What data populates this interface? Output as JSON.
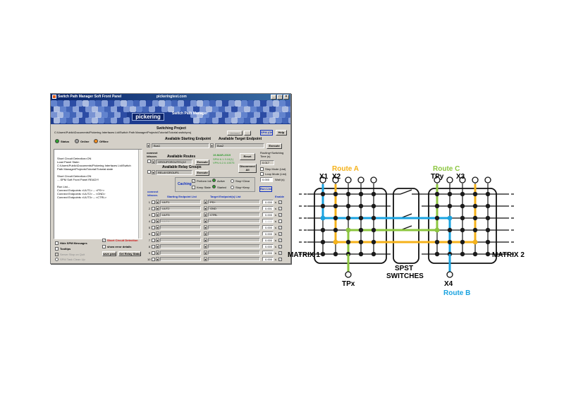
{
  "window": {
    "title": "Switch Path Manager Soft Front Panel",
    "url": "pickeringtest.com",
    "brand": "pickering",
    "product": "Switch Path Manager",
    "min": "_",
    "max": "□",
    "close": "×"
  },
  "project": {
    "heading": "Switching Project",
    "path": "C:\\Users\\Public\\Documents\\Pickering Interfaces Ltd\\Switch Path Manager\\Projects\\Tutorial\\Tutorial.switchproj",
    "unload_label": "Unload",
    "browse_label": "...",
    "spm_ok_label": "SPM (OK)",
    "help_label": "Help"
  },
  "status": {
    "status_label": "Status",
    "online_label": "Online",
    "offline_label": "Offline",
    "colors": {
      "status": "#2ea02e",
      "online": "#a0a0a0",
      "offline": "#f28c1c"
    }
  },
  "endpoints": {
    "start_heading": "Available Starting Endpoint",
    "target_heading": "Available Target Endpoint",
    "start_value": "Bus1",
    "target_value": "Bus2",
    "execute_label": "Execute"
  },
  "routes": {
    "connect_label": "connect /discon.",
    "routes_heading": "Available Routes",
    "route_value": "GROUPOROUTE1(12",
    "relay_heading": "Available Relay Groups",
    "relay_value": "RELAYGROUP1",
    "execute_label": "Execute",
    "date": "19-MAR-2019",
    "spm_version": "SPM 6.1.3.10(1)",
    "vpn_version": "VPN 6.2.0.10075",
    "reset_label": "Reset",
    "disconnect_label": "Disconnect All"
  },
  "timing": {
    "heading": "Routing+Switching Time (s)",
    "value": "0.017",
    "step_mode": "Step Mode (List)",
    "loop_mode": "Loop Mode (List)",
    "wait_value": "0.000",
    "wait_label": "Wait (s)"
  },
  "caching": {
    "label": "Caching",
    "perform_init": "Perform Init",
    "active": "Active",
    "stop_clear": "Stop+Clear",
    "keep_state": "Keep State",
    "started": "Started",
    "stop_keep": "Stop+Keep",
    "run_list_label": "Run List"
  },
  "log": {
    "lines": [
      "Short Circuit Detection=ON",
      "Load Panel State:",
      "C:\\Users\\Public\\Documents\\Pickering Interfaces Ltd\\Switch",
      "Path Manager\\Projects\\Tutorial\\Tutorial.state",
      "",
      "Short Circuit Detection=ON",
      "....SPM Soft Front Panel READY!",
      "",
      "Run List...",
      "Connect Endpoints <UUT1> -- <PS+>",
      "Connect Endpoints <UUT2> -- <GND>",
      "Connect Endpoints <UUT3> -- <CTRL>"
    ]
  },
  "options": {
    "hide_spm": "Hide SPM Messages",
    "tooltips": "Tooltips",
    "server_stop": "Server Stop on Quit",
    "spm_task": "SPM Task Clean Up",
    "short_circuit": "Short Circuit Detection",
    "show_error": "show error details",
    "save_panel_label": "save panel",
    "get_relay_label": "Get Relay Status"
  },
  "list": {
    "connect_heading": "connect /discon.",
    "start_heading": "Starting Endpoint List",
    "target_heading": "Target Endpoint(s) List",
    "enable_heading": "Enable",
    "rows": [
      {
        "idx": "1",
        "start": "UUT1",
        "target": "PS+",
        "time": "0.000",
        "unit": "s",
        "start_grey": false
      },
      {
        "idx": "2",
        "start": "UUT2",
        "target": "GND",
        "time": "0.001",
        "unit": "s",
        "start_grey": false
      },
      {
        "idx": "3",
        "start": "UUT3",
        "target": "CTRL",
        "time": "0.000",
        "unit": "s",
        "start_grey": false
      },
      {
        "idx": "4",
        "start": "UUT4",
        "target": "",
        "time": "0.000",
        "unit": "s",
        "start_grey": true
      },
      {
        "idx": "5",
        "start": "",
        "target": "",
        "time": "0.000",
        "unit": "s",
        "start_grey": false
      },
      {
        "idx": "6",
        "start": "",
        "target": "",
        "time": "0.000",
        "unit": "s",
        "start_grey": false
      },
      {
        "idx": "7",
        "start": "",
        "target": "",
        "time": "0.000",
        "unit": "s",
        "start_grey": false
      },
      {
        "idx": "8",
        "start": "",
        "target": "",
        "time": "0.000",
        "unit": "s",
        "start_grey": false
      },
      {
        "idx": "9",
        "start": "",
        "target": "",
        "time": "0.000",
        "unit": "s",
        "start_grey": false
      },
      {
        "idx": "10",
        "start": "",
        "target": "",
        "time": "0.000",
        "unit": "s",
        "start_grey": false
      }
    ]
  },
  "diagram": {
    "route_a": "Route A",
    "route_b": "Route B",
    "route_c": "Route C",
    "x1": "X1",
    "x2": "X2",
    "x3": "X3",
    "x4": "X4",
    "tpy": "TPy",
    "tpx": "TPx",
    "matrix1": "MATRIX 1",
    "matrix2": "MATRIX 2",
    "spst": "SPST",
    "switches": "SWITCHES",
    "colors": {
      "a": "#f5b21a",
      "b": "#1aa3e0",
      "c": "#8cc63f",
      "node": "#1a1a1a"
    }
  }
}
